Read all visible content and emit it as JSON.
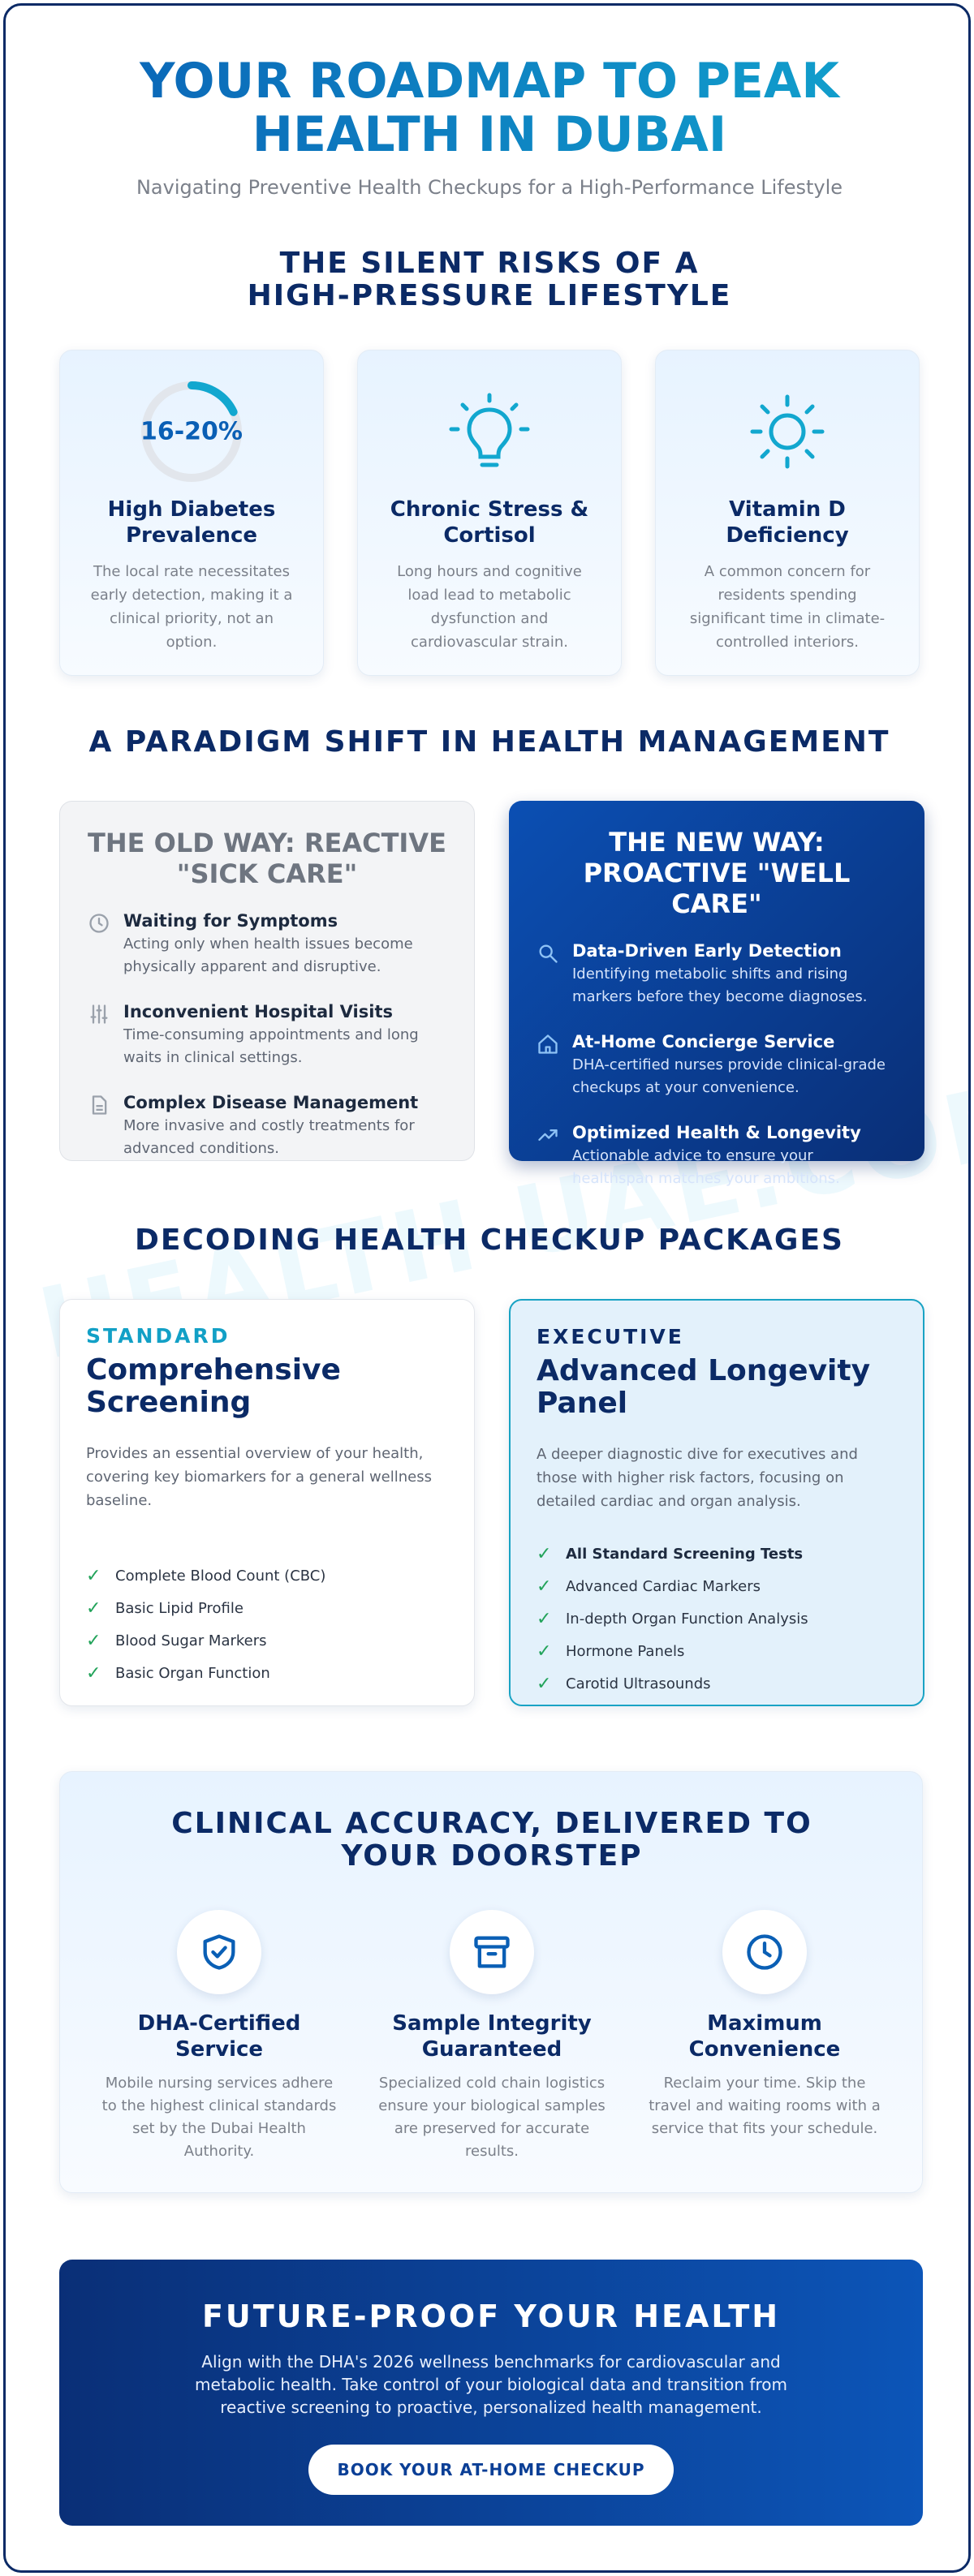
{
  "hero": {
    "title_line1": "YOUR ROADMAP TO PEAK",
    "title_line2": "HEALTH IN DUBAI",
    "subtitle": "Navigating Preventive Health Checkups for a High-Performance Lifestyle"
  },
  "watermark": "HEALTH UAE.COM",
  "risks": {
    "title": "THE SILENT RISKS OF A HIGH-PRESSURE LIFESTYLE",
    "cards": [
      {
        "stat": "16-20%",
        "stat_ring_fraction": 0.18,
        "title": "High Diabetes Prevalence",
        "text": "The local rate necessitates early detection, making it a clinical priority, not an option.",
        "icon": "percent-ring-icon"
      },
      {
        "title": "Chronic Stress & Cortisol",
        "text": "Long hours and cognitive load lead to metabolic dysfunction and cardiovascular strain.",
        "icon": "lightbulb-icon"
      },
      {
        "title": "Vitamin D Deficiency",
        "text": "A common concern for residents spending significant time in climate-controlled interiors.",
        "icon": "sun-icon"
      }
    ]
  },
  "paradigm": {
    "title": "A PARADIGM SHIFT IN HEALTH MANAGEMENT",
    "old": {
      "title": "THE OLD WAY: REACTIVE \"SICK CARE\"",
      "items": [
        {
          "icon": "clock-icon",
          "title": "Waiting for Symptoms",
          "text": "Acting only when health issues become physically apparent and disruptive."
        },
        {
          "icon": "sliders-icon",
          "title": "Inconvenient Hospital Visits",
          "text": "Time-consuming appointments and long waits in clinical settings."
        },
        {
          "icon": "document-icon",
          "title": "Complex Disease Management",
          "text": "More invasive and costly treatments for advanced conditions."
        }
      ]
    },
    "new": {
      "title": "THE NEW WAY: PROACTIVE \"WELL CARE\"",
      "items": [
        {
          "icon": "search-icon",
          "title": "Data-Driven Early Detection",
          "text": "Identifying metabolic shifts and rising markers before they become diagnoses."
        },
        {
          "icon": "home-icon",
          "title": "At-Home Concierge Service",
          "text": "DHA-certified nurses provide clinical-grade checkups at your convenience."
        },
        {
          "icon": "trending-up-icon",
          "title": "Optimized Health & Longevity",
          "text": "Actionable advice to ensure your healthspan matches your ambitions."
        }
      ]
    }
  },
  "packages": {
    "title": "DECODING HEALTH CHECKUP PACKAGES",
    "standard": {
      "tier": "STANDARD",
      "name": "Comprehensive Screening",
      "desc": "Provides an essential overview of your health, covering key biomarkers for a general wellness baseline.",
      "items": [
        "Complete Blood Count (CBC)",
        "Basic Lipid Profile",
        "Blood Sugar Markers",
        "Basic Organ Function"
      ]
    },
    "executive": {
      "tier": "EXECUTIVE",
      "name": "Advanced Longevity Panel",
      "desc": "A deeper diagnostic dive for executives and those with higher risk factors, focusing on detailed cardiac and organ analysis.",
      "items": [
        "All Standard Screening Tests",
        "Advanced Cardiac Markers",
        "In-depth Organ Function Analysis",
        "Hormone Panels",
        "Carotid Ultrasounds"
      ]
    }
  },
  "clinical": {
    "title": "CLINICAL ACCURACY, DELIVERED TO YOUR DOORSTEP",
    "features": [
      {
        "icon": "shield-check-icon",
        "title": "DHA-Certified Service",
        "text": "Mobile nursing services adhere to the highest clinical standards set by the Dubai Health Authority."
      },
      {
        "icon": "archive-box-icon",
        "title": "Sample Integrity Guaranteed",
        "text": "Specialized cold chain logistics ensure your biological samples are preserved for accurate results."
      },
      {
        "icon": "clock-icon",
        "title": "Maximum Convenience",
        "text": "Reclaim your time. Skip the travel and waiting rooms with a service that fits your schedule."
      }
    ]
  },
  "cta": {
    "title": "FUTURE-PROOF YOUR HEALTH",
    "text": "Align with the DHA's 2026 wellness benchmarks for cardiovascular and metabolic health. Take control of your biological data and transition from reactive screening to proactive, personalized health management.",
    "button": "BOOK YOUR AT-HOME CHECKUP"
  },
  "colors": {
    "navy": "#0b2a66",
    "brand_blue": "#0a5fb5",
    "teal": "#12a7cf",
    "check_green": "#22a35a"
  }
}
